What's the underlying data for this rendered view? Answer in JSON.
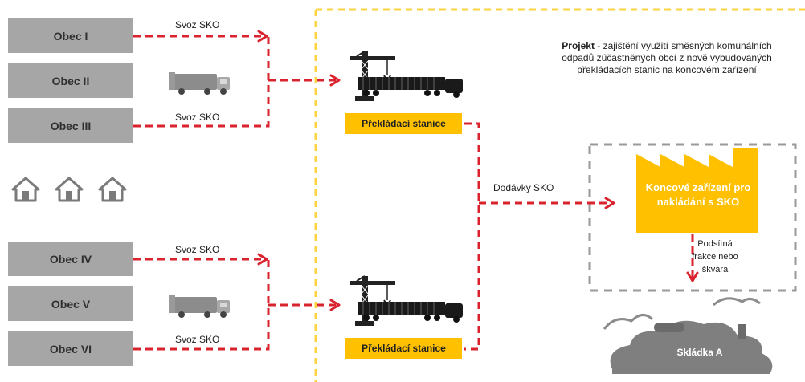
{
  "municipalities": [
    {
      "label": "Obec I"
    },
    {
      "label": "Obec II"
    },
    {
      "label": "Obec III"
    },
    {
      "label": "Obec IV"
    },
    {
      "label": "Obec V"
    },
    {
      "label": "Obec VI"
    }
  ],
  "flows": {
    "svoz_1": "Svoz SKO",
    "svoz_3": "Svoz SKO",
    "svoz_4": "Svoz SKO",
    "svoz_6": "Svoz SKO",
    "dodavky": "Dodávky SKO"
  },
  "stations": [
    {
      "label": "Překládací stanice"
    },
    {
      "label": "Překládací stanice"
    }
  ],
  "project": {
    "bold": "Projekt",
    "text": " - zajištění využití směsných komunálních odpadů zúčastněných obcí z nově vybudovaných překládacích stanic na koncovém zařízení"
  },
  "facility": {
    "label": "Koncové zařízení pro nakládání s SKO"
  },
  "residue": {
    "label": "Podsítná frakce nebo škvára"
  },
  "landfill": {
    "label": "Skládka A"
  },
  "colors": {
    "arrow": "#d9232e",
    "station": "#ffc000",
    "box": "#a6a6a6",
    "border_yellow": "#ffd23f",
    "border_gray": "#9a9a9a"
  }
}
